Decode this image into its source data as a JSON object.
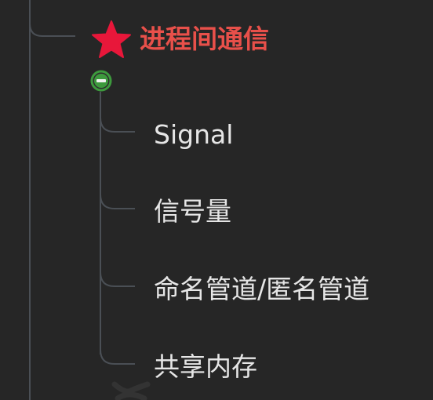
{
  "topic": {
    "title": "进程间通信",
    "marker_icon": "star-icon",
    "marker_color": "#e8173a",
    "title_color": "#e8504a",
    "toggle_icon": "collapse-minus-icon",
    "toggle_color": "#3d9a3d"
  },
  "children": [
    {
      "label": "Signal"
    },
    {
      "label": "信号量"
    },
    {
      "label": "命名管道/匿名管道"
    },
    {
      "label": "共享内存"
    }
  ],
  "colors": {
    "background": "#262626",
    "connector": "#4a4f55",
    "child_text": "#e6e6e6"
  }
}
